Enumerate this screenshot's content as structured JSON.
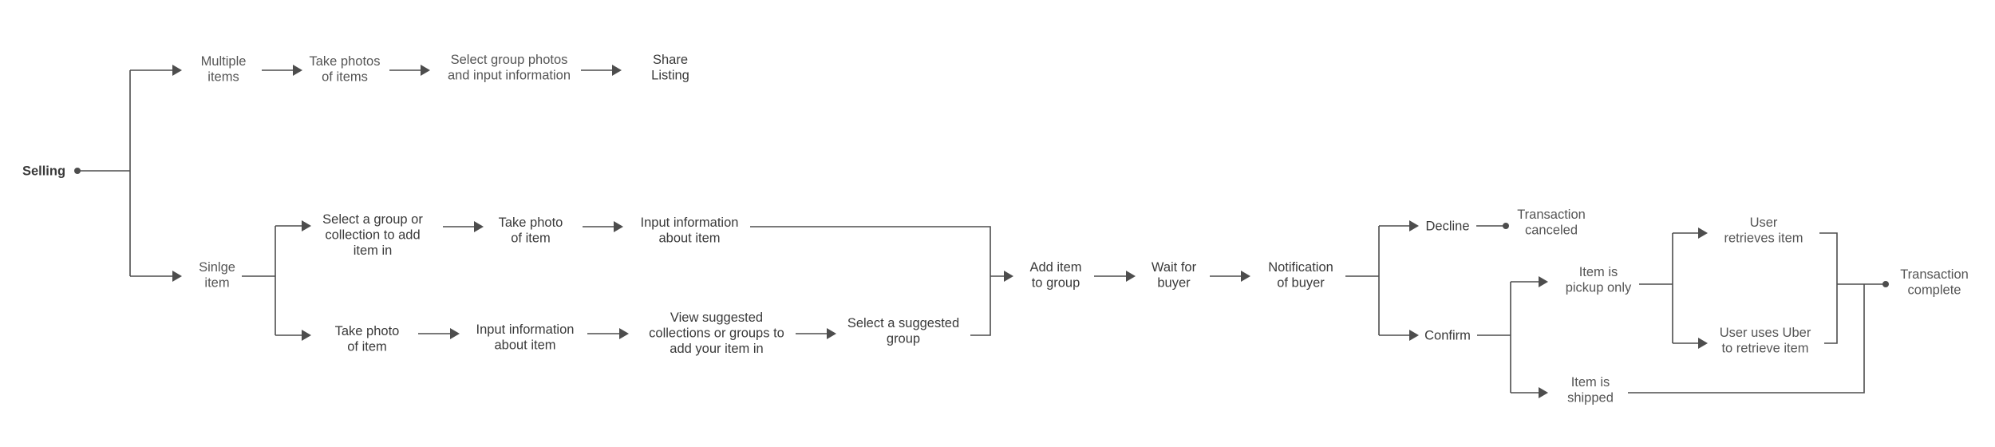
{
  "nodes": {
    "selling": [
      "Selling"
    ],
    "multiple_items": [
      "Multiple",
      "items"
    ],
    "take_photos_items": [
      "Take photos",
      "of items"
    ],
    "select_group_photos": [
      "Select group photos",
      "and input information"
    ],
    "share_listing": [
      "Share",
      "Listing"
    ],
    "single_item": [
      "Sinlge",
      "item"
    ],
    "select_group_collection": [
      "Select a group or",
      "collection to add",
      "item in"
    ],
    "take_photo_top": [
      "Take photo",
      "of item"
    ],
    "input_info_top": [
      "Input information",
      "about item"
    ],
    "take_photo_bottom": [
      "Take photo",
      "of item"
    ],
    "input_info_bottom": [
      "Input information",
      "about item"
    ],
    "view_suggested": [
      "View suggested",
      "collections or groups to",
      "add your item in"
    ],
    "select_suggested": [
      "Select a suggested",
      "group"
    ],
    "add_to_group": [
      "Add item",
      "to group"
    ],
    "wait_for_buyer": [
      "Wait for",
      "buyer"
    ],
    "notification_buyer": [
      "Notification",
      "of buyer"
    ],
    "decline": [
      "Decline"
    ],
    "transaction_canceled": [
      "Transaction",
      "canceled"
    ],
    "confirm": [
      "Confirm"
    ],
    "pickup_only": [
      "Item is",
      "pickup only"
    ],
    "item_shipped": [
      "Item is",
      "shipped"
    ],
    "user_retrieves": [
      "User",
      "retrieves item"
    ],
    "user_uber": [
      "User uses Uber",
      "to retrieve item"
    ],
    "transaction_complete": [
      "Transaction",
      "complete"
    ]
  }
}
